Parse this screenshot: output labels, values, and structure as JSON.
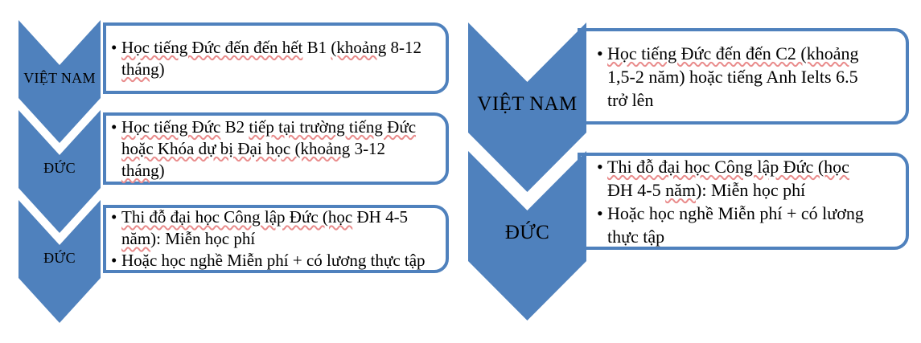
{
  "colors": {
    "accent_blue": "#4f81bd",
    "box_border": "#4f81bd",
    "squiggle_red": "#e98c8c",
    "text": "#000000",
    "background": "#ffffff"
  },
  "left_flow": {
    "steps": [
      {
        "label": "VIỆT NAM",
        "bullets": [
          {
            "lines": [
              [
                {
                  "t": "Học tiếng Đức đến đến hết",
                  "u": true
                },
                {
                  "t": " B1 ",
                  "u": false
                },
                {
                  "t": "(khoảng",
                  "u": true
                },
                {
                  "t": " 8-12",
                  "u": false
                }
              ],
              [
                {
                  "t": "tháng",
                  "u": true
                },
                {
                  "t": ")",
                  "u": false
                }
              ]
            ]
          }
        ]
      },
      {
        "label": "ĐỨC",
        "bullets": [
          {
            "lines": [
              [
                {
                  "t": "Học tiếng Đức",
                  "u": true
                },
                {
                  "t": " B2 ",
                  "u": false
                },
                {
                  "t": "tiếp tại trường tiếng Đức",
                  "u": true
                }
              ],
              [
                {
                  "t": "hoặc Khóa dự bị Đại học (khoảng",
                  "u": true
                },
                {
                  "t": " 3-12",
                  "u": false
                }
              ],
              [
                {
                  "t": "tháng",
                  "u": true
                },
                {
                  "t": ")",
                  "u": false
                }
              ]
            ]
          }
        ]
      },
      {
        "label": "ĐỨC",
        "bullets": [
          {
            "lines": [
              [
                {
                  "t": "Thi đỗ đại học Công lập Đức (học",
                  "u": true
                },
                {
                  "t": " ĐH 4-5",
                  "u": false
                }
              ],
              [
                {
                  "t": "năm",
                  "u": true
                },
                {
                  "t": "): Miễn học phí",
                  "u": false
                }
              ]
            ]
          },
          {
            "lines": [
              [
                {
                  "t": "Hoặc học nghề Miễn phí + có lương thực tập",
                  "u": false
                }
              ]
            ]
          }
        ]
      }
    ]
  },
  "right_flow": {
    "steps": [
      {
        "label": "VIỆT NAM",
        "bullets": [
          {
            "lines": [
              [
                {
                  "t": "Học tiếng Đức đến đến C2 (khoảng",
                  "u": true
                }
              ],
              [
                {
                  "t": "1,5-2 năm) hoặc tiếng Anh Ielts 6.5",
                  "u": false
                }
              ],
              [
                {
                  "t": "trở lên",
                  "u": false
                }
              ]
            ]
          }
        ]
      },
      {
        "label": "ĐỨC",
        "bullets": [
          {
            "lines": [
              [
                {
                  "t": "Thi đỗ đại học Công lập Đức (học",
                  "u": true
                }
              ],
              [
                {
                  "t": "ĐH 4-5 ",
                  "u": false
                },
                {
                  "t": "năm",
                  "u": true
                },
                {
                  "t": "): Miễn học phí",
                  "u": false
                }
              ]
            ]
          },
          {
            "lines": [
              [
                {
                  "t": "Hoặc học nghề Miễn phí + có lương",
                  "u": false
                }
              ],
              [
                {
                  "t": "thực tập",
                  "u": false
                }
              ]
            ]
          }
        ]
      }
    ]
  }
}
